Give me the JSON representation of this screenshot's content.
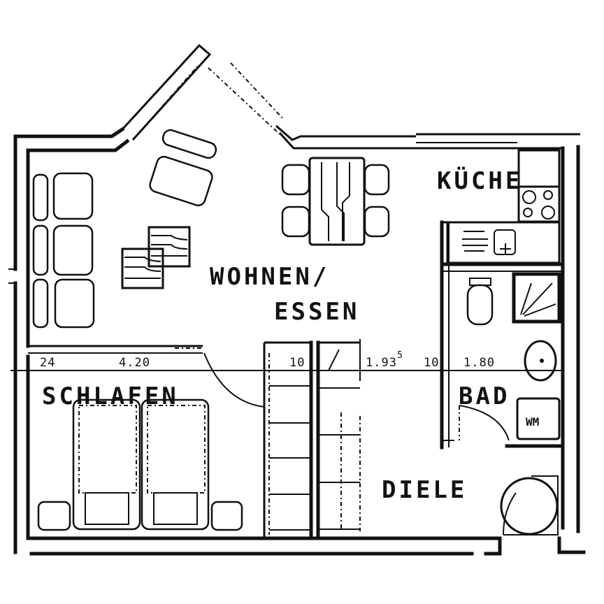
{
  "plan": {
    "type": "apartment-floor-plan",
    "rooms": [
      {
        "id": "wohnen",
        "label_line1": "WOHNEN/",
        "label_line2": "ESSEN"
      },
      {
        "id": "kueche",
        "label": "KÜCHE"
      },
      {
        "id": "schlafen",
        "label": "SCHLAFEN"
      },
      {
        "id": "bad",
        "label": "BAD"
      },
      {
        "id": "diele",
        "label": "DIELE"
      }
    ],
    "dimensions": {
      "wall_left": "24",
      "schlafen_width": "4.20",
      "wall_mid_1": "10",
      "corridor_width": "1.93",
      "corridor_width_sup": "5",
      "wall_mid_2": "10",
      "bad_width": "1.80"
    },
    "fixtures": {
      "washing_machine": "WM"
    },
    "colors": {
      "line": "#111111",
      "background": "#ffffff"
    }
  }
}
